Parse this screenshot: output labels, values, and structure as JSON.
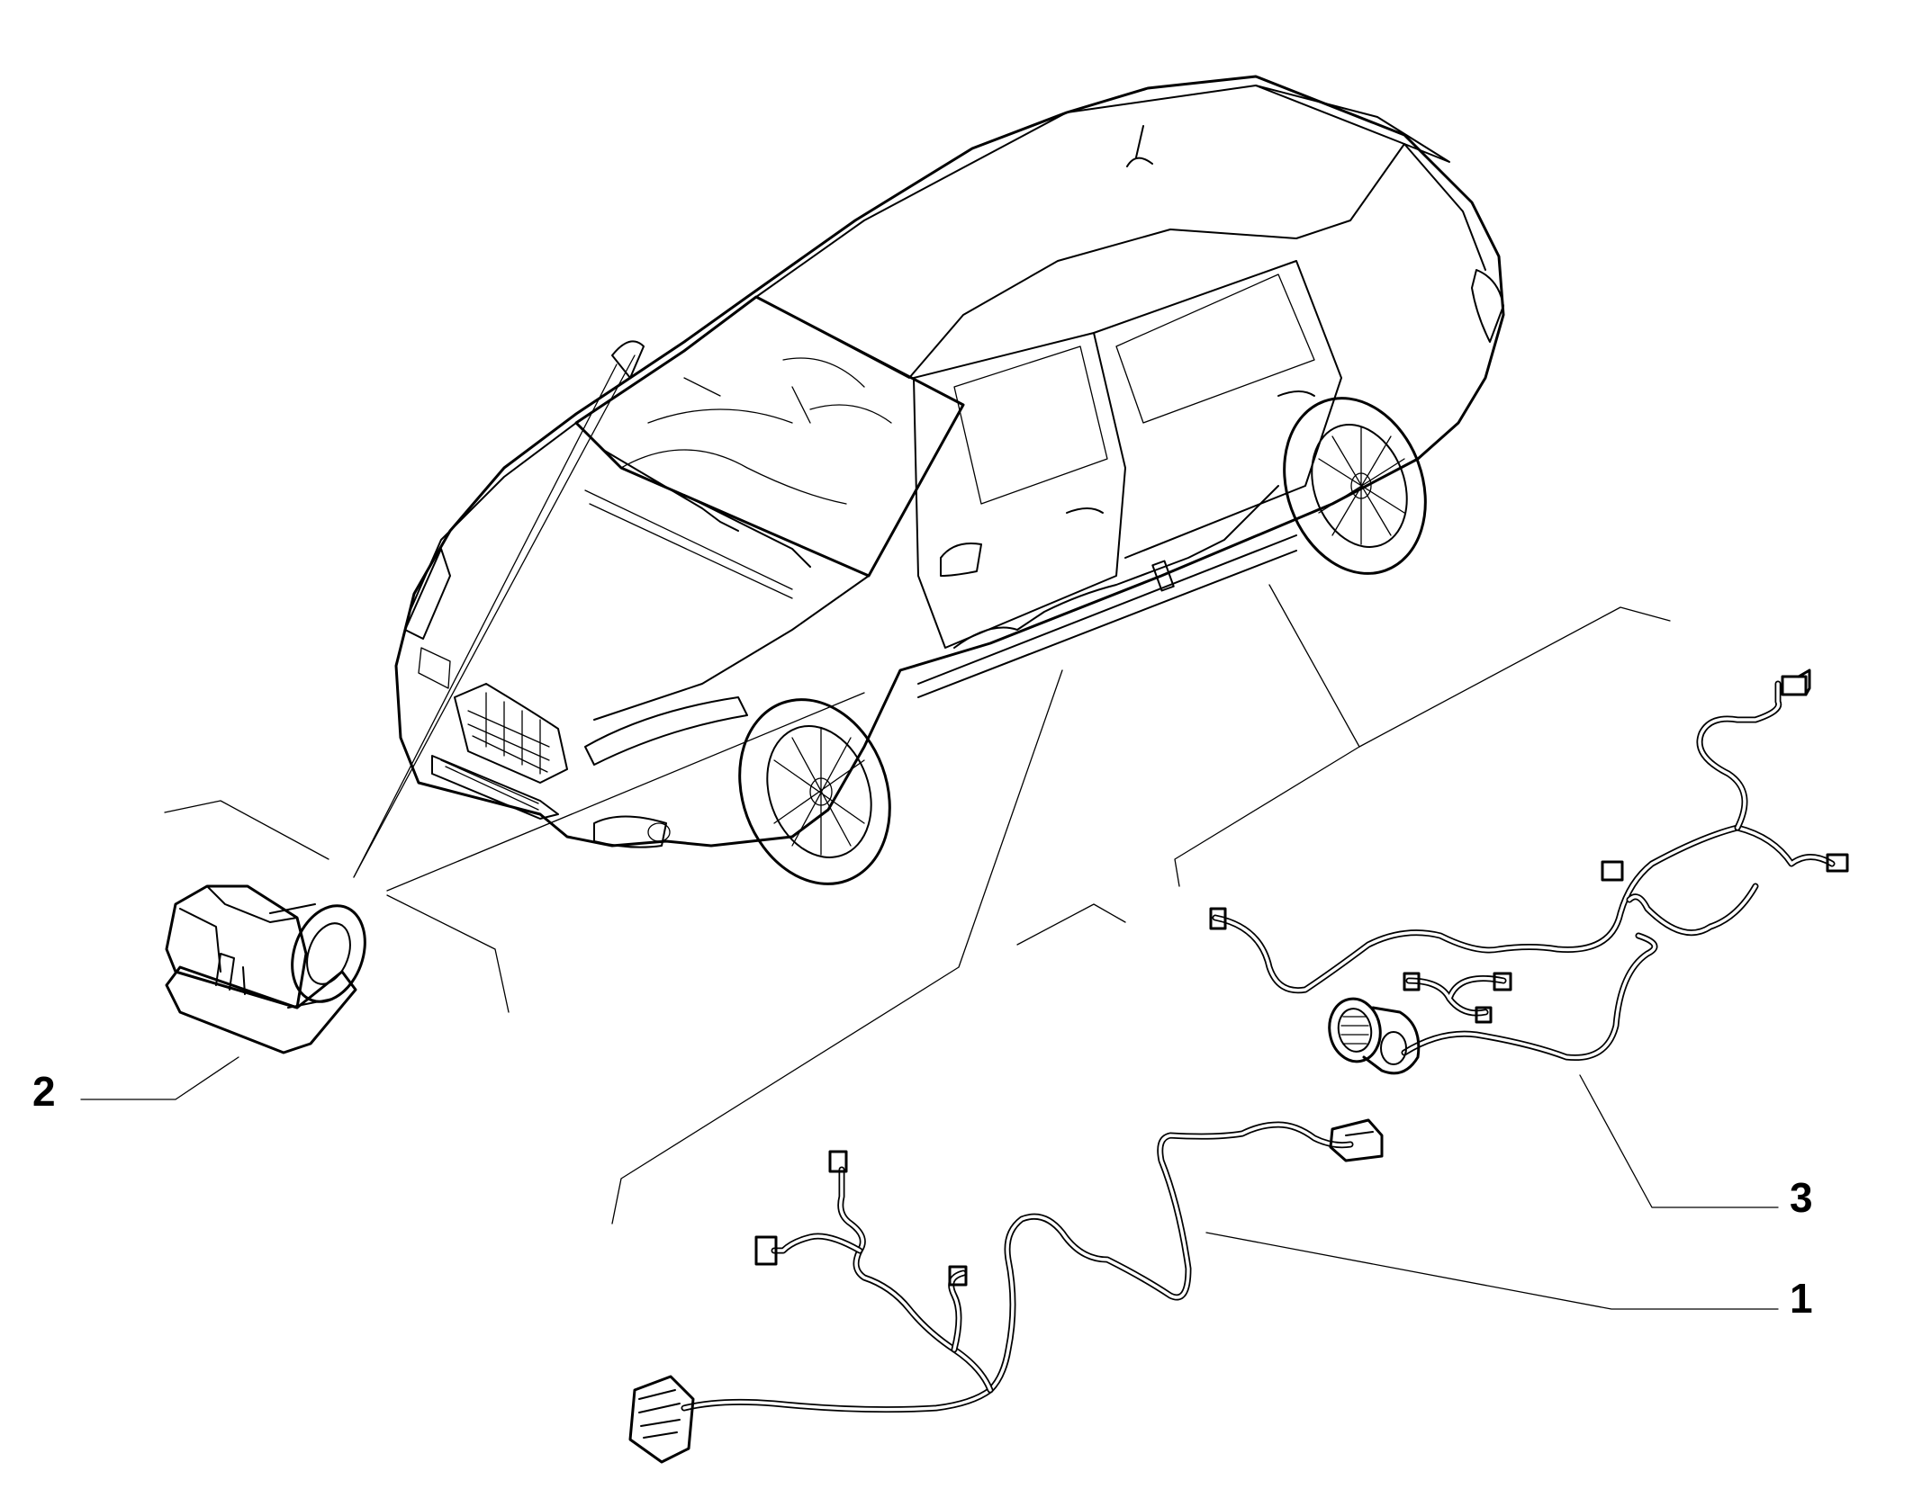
{
  "callouts": {
    "part_1": "1",
    "part_2": "2",
    "part_3": "3"
  },
  "style": {
    "ink_color": "#000000",
    "background_color": "#ffffff"
  }
}
